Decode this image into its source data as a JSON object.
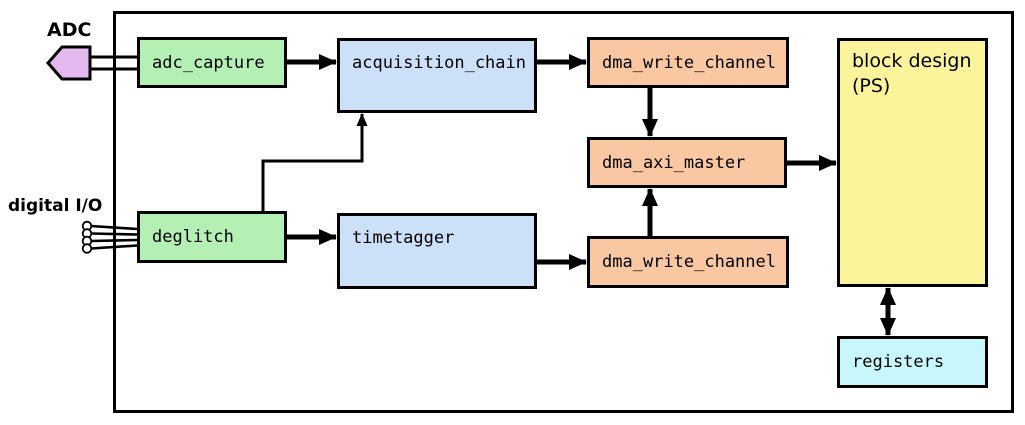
{
  "diagram": {
    "external": {
      "adc_label": "ADC",
      "digital_io_label": "digital I/O"
    },
    "nodes": {
      "adc_capture": {
        "label": "adc_capture",
        "color": "#b4f0b4"
      },
      "deglitch": {
        "label": "deglitch",
        "color": "#b4f0b4"
      },
      "acquisition_chain": {
        "label": "acquisition_chain",
        "color": "#cce0f8"
      },
      "timetagger": {
        "label": "timetagger",
        "color": "#cce0f8"
      },
      "dma_write_channel_top": {
        "label": "dma_write_channel",
        "color": "#f9c8a2"
      },
      "dma_axi_master": {
        "label": "dma_axi_master",
        "color": "#f9c8a2"
      },
      "dma_write_channel_bottom": {
        "label": "dma_write_channel",
        "color": "#f9c8a2"
      },
      "block_design": {
        "label": "block design",
        "sublabel": "(PS)",
        "color": "#fcf49b"
      },
      "registers": {
        "label": "registers",
        "color": "#c7f7fa"
      }
    },
    "colors": {
      "adc_connector": "#e5b8f0",
      "line": "#000000",
      "background": "#ffffff"
    },
    "connections": [
      {
        "from": "ADC",
        "to": "adc_capture",
        "type": "bus"
      },
      {
        "from": "digital I/O",
        "to": "deglitch",
        "type": "bus"
      },
      {
        "from": "adc_capture",
        "to": "acquisition_chain",
        "type": "arrow"
      },
      {
        "from": "deglitch",
        "to": "acquisition_chain",
        "type": "arrow"
      },
      {
        "from": "deglitch",
        "to": "timetagger",
        "type": "arrow"
      },
      {
        "from": "acquisition_chain",
        "to": "dma_write_channel_top",
        "type": "arrow"
      },
      {
        "from": "timetagger",
        "to": "dma_write_channel_bottom",
        "type": "arrow"
      },
      {
        "from": "dma_write_channel_top",
        "to": "dma_axi_master",
        "type": "arrow"
      },
      {
        "from": "dma_write_channel_bottom",
        "to": "dma_axi_master",
        "type": "arrow"
      },
      {
        "from": "dma_axi_master",
        "to": "block_design",
        "type": "arrow"
      },
      {
        "from": "block_design",
        "to": "registers",
        "type": "bidirectional"
      }
    ]
  }
}
